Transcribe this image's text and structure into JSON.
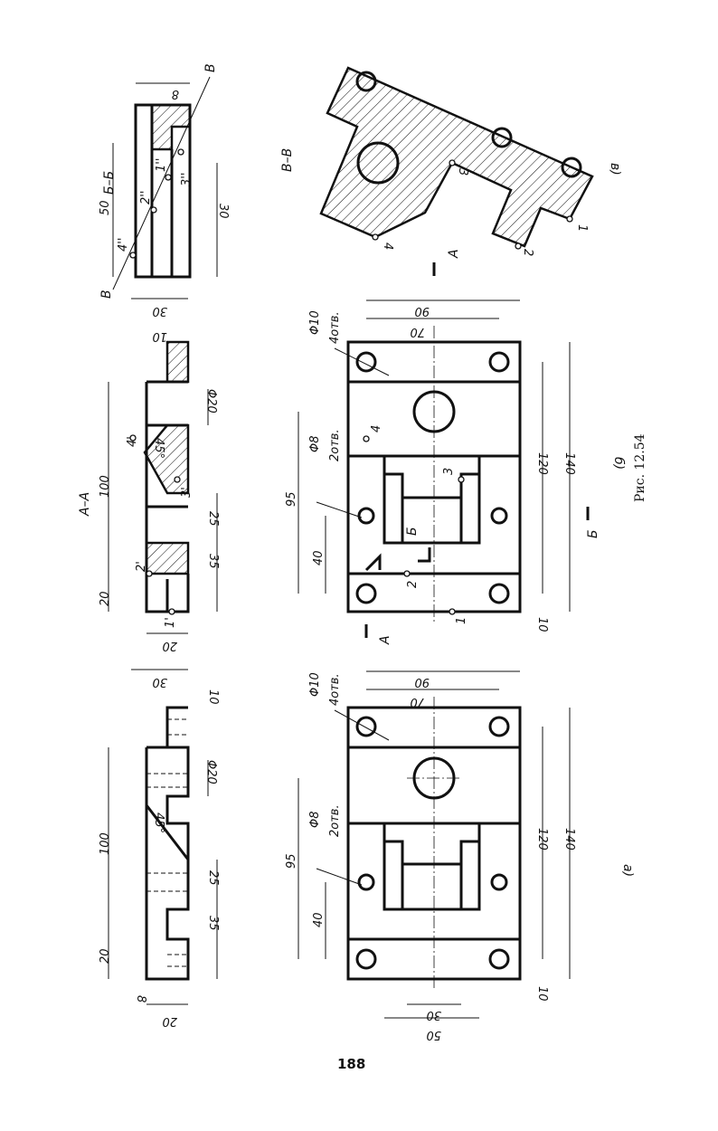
{
  "page": {
    "page_number": "188",
    "figure_caption": "Рис. 12.54"
  },
  "sections": {
    "aa": "А–А",
    "bb": "Б–Б",
    "vv": "В–В"
  },
  "view_letters": {
    "a": "а)",
    "b": "б)",
    "v": "в)"
  },
  "cut_markers": {
    "a1": "А",
    "a2": "А",
    "b1": "Б",
    "b2": "Б",
    "v1": "В",
    "v2": "В"
  },
  "points": {
    "p1": "1",
    "p2": "2",
    "p3": "3",
    "p4": "4",
    "p1p": "1'",
    "p2p": "2'",
    "p3p": "3'",
    "p4p": "4'",
    "p1pp": "1''",
    "p2pp": "2''",
    "p3pp": "3''",
    "p4pp": "4''"
  },
  "dimensions": {
    "d100": "100",
    "d95": "95",
    "d40": "40",
    "d20": "20",
    "d25": "25",
    "d35": "35",
    "d30": "30",
    "d10": "10",
    "d8": "8",
    "d50": "50",
    "d90": "90",
    "d70": "70",
    "d120": "120",
    "d140": "140",
    "phi20": "Φ20",
    "phi10": "Φ10",
    "holes4": "4отв.",
    "phi8": "Φ8",
    "holes2": "2отв.",
    "ang45": "45°"
  }
}
